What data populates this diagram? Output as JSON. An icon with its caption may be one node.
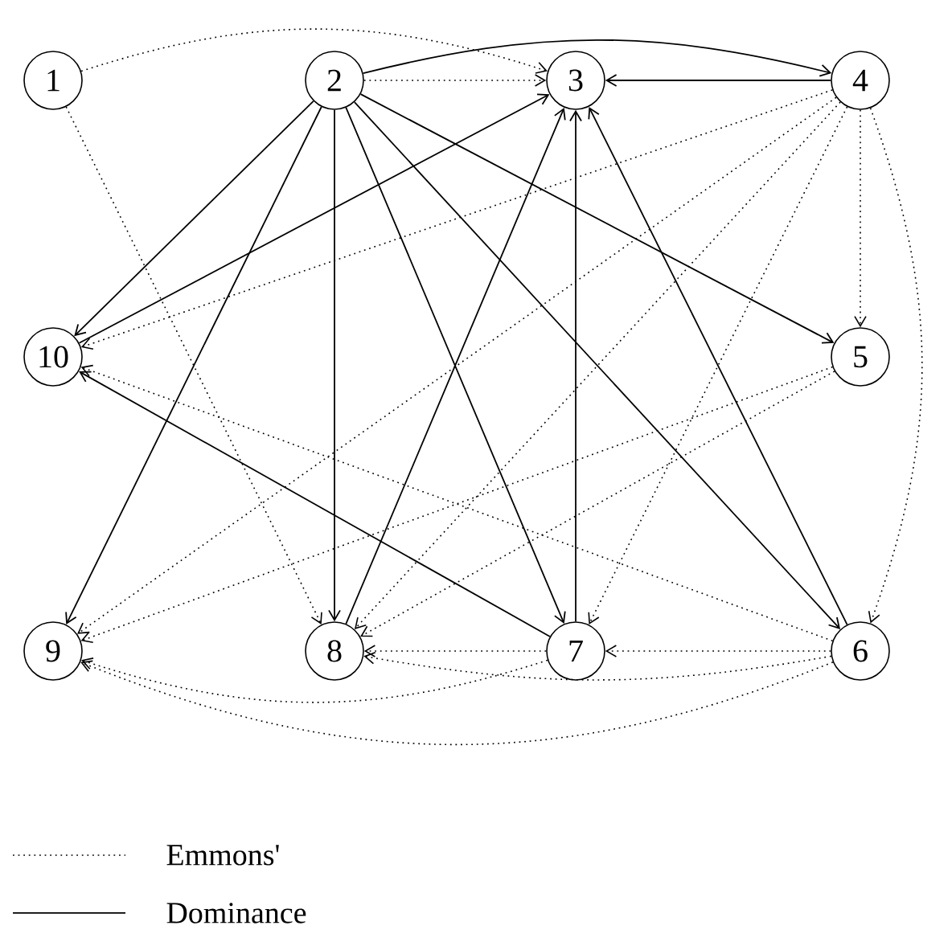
{
  "diagram": {
    "nodes": [
      {
        "text": [
          "1"
        ]
      },
      {
        "text": [
          "2"
        ]
      },
      {
        "text": [
          "3"
        ]
      },
      {
        "text": [
          "4"
        ]
      },
      {
        "text": [
          "5"
        ]
      },
      {
        "text": [
          "6"
        ]
      },
      {
        "text": [
          "7"
        ]
      },
      {
        "text": [
          "8"
        ]
      },
      {
        "text": [
          "9"
        ]
      },
      {
        "text": [
          "10"
        ]
      }
    ],
    "edges": [
      {
        "from": 1,
        "to": 3,
        "arrow": "to"
      },
      {
        "from": 3,
        "to": 2,
        "arrow": "to"
      },
      {
        "from": 1,
        "to": 9,
        "arrow": "to"
      },
      {
        "from": 1,
        "to": 8,
        "arrow": "to"
      },
      {
        "from": 1,
        "to": 7,
        "arrow": "to"
      },
      {
        "from": 1,
        "to": 6,
        "arrow": "to"
      },
      {
        "from": 1,
        "to": 4,
        "arrow": "to"
      },
      {
        "from": 1,
        "to": 5,
        "arrow": "to"
      },
      {
        "from": 9,
        "to": 2,
        "arrow": "to"
      },
      {
        "from": 7,
        "to": 2,
        "arrow": "to"
      },
      {
        "from": 6,
        "to": 2,
        "arrow": "to"
      },
      {
        "from": 5,
        "to": 2,
        "arrow": "to"
      },
      {
        "from": 6,
        "to": 9,
        "arrow": "to"
      },
      {
        "from": 0,
        "to": 2,
        "arrow": "to",
        "style": "dashed"
      },
      {
        "from": 0,
        "to": 7,
        "arrow": "to",
        "style": "dashed"
      },
      {
        "from": 1,
        "to": 2,
        "arrow": "to",
        "style": "dashed"
      },
      {
        "from": 3,
        "to": 4,
        "arrow": "to",
        "style": "dashed"
      },
      {
        "from": 3,
        "to": 5,
        "arrow": "to",
        "style": "dashed"
      },
      {
        "from": 3,
        "to": 9,
        "arrow": "to",
        "style": "dashed"
      },
      {
        "from": 3,
        "to": 8,
        "arrow": "to",
        "style": "dashed"
      },
      {
        "from": 3,
        "to": 7,
        "arrow": "to",
        "style": "dashed"
      },
      {
        "from": 3,
        "to": 6,
        "arrow": "to",
        "style": "dashed"
      },
      {
        "from": 4,
        "to": 8,
        "arrow": "to",
        "style": "dashed"
      },
      {
        "from": 4,
        "to": 7,
        "arrow": "to",
        "style": "dashed"
      },
      {
        "from": 5,
        "to": 9,
        "arrow": "to",
        "style": "dashed"
      },
      {
        "from": 5,
        "to": 6,
        "arrow": "to",
        "style": "dashed"
      },
      {
        "from": 5,
        "to": 7,
        "arrow": "to",
        "style": "dashed"
      },
      {
        "from": 5,
        "to": 8,
        "arrow": "to",
        "style": "dashed"
      },
      {
        "from": 6,
        "to": 7,
        "arrow": "to",
        "style": "dashed"
      },
      {
        "from": 6,
        "to": 8,
        "arrow": "to",
        "style": "dashed"
      }
    ],
    "legend": [
      {
        "text": "Emmons'"
      },
      {
        "text": "Dominance"
      }
    ]
  }
}
